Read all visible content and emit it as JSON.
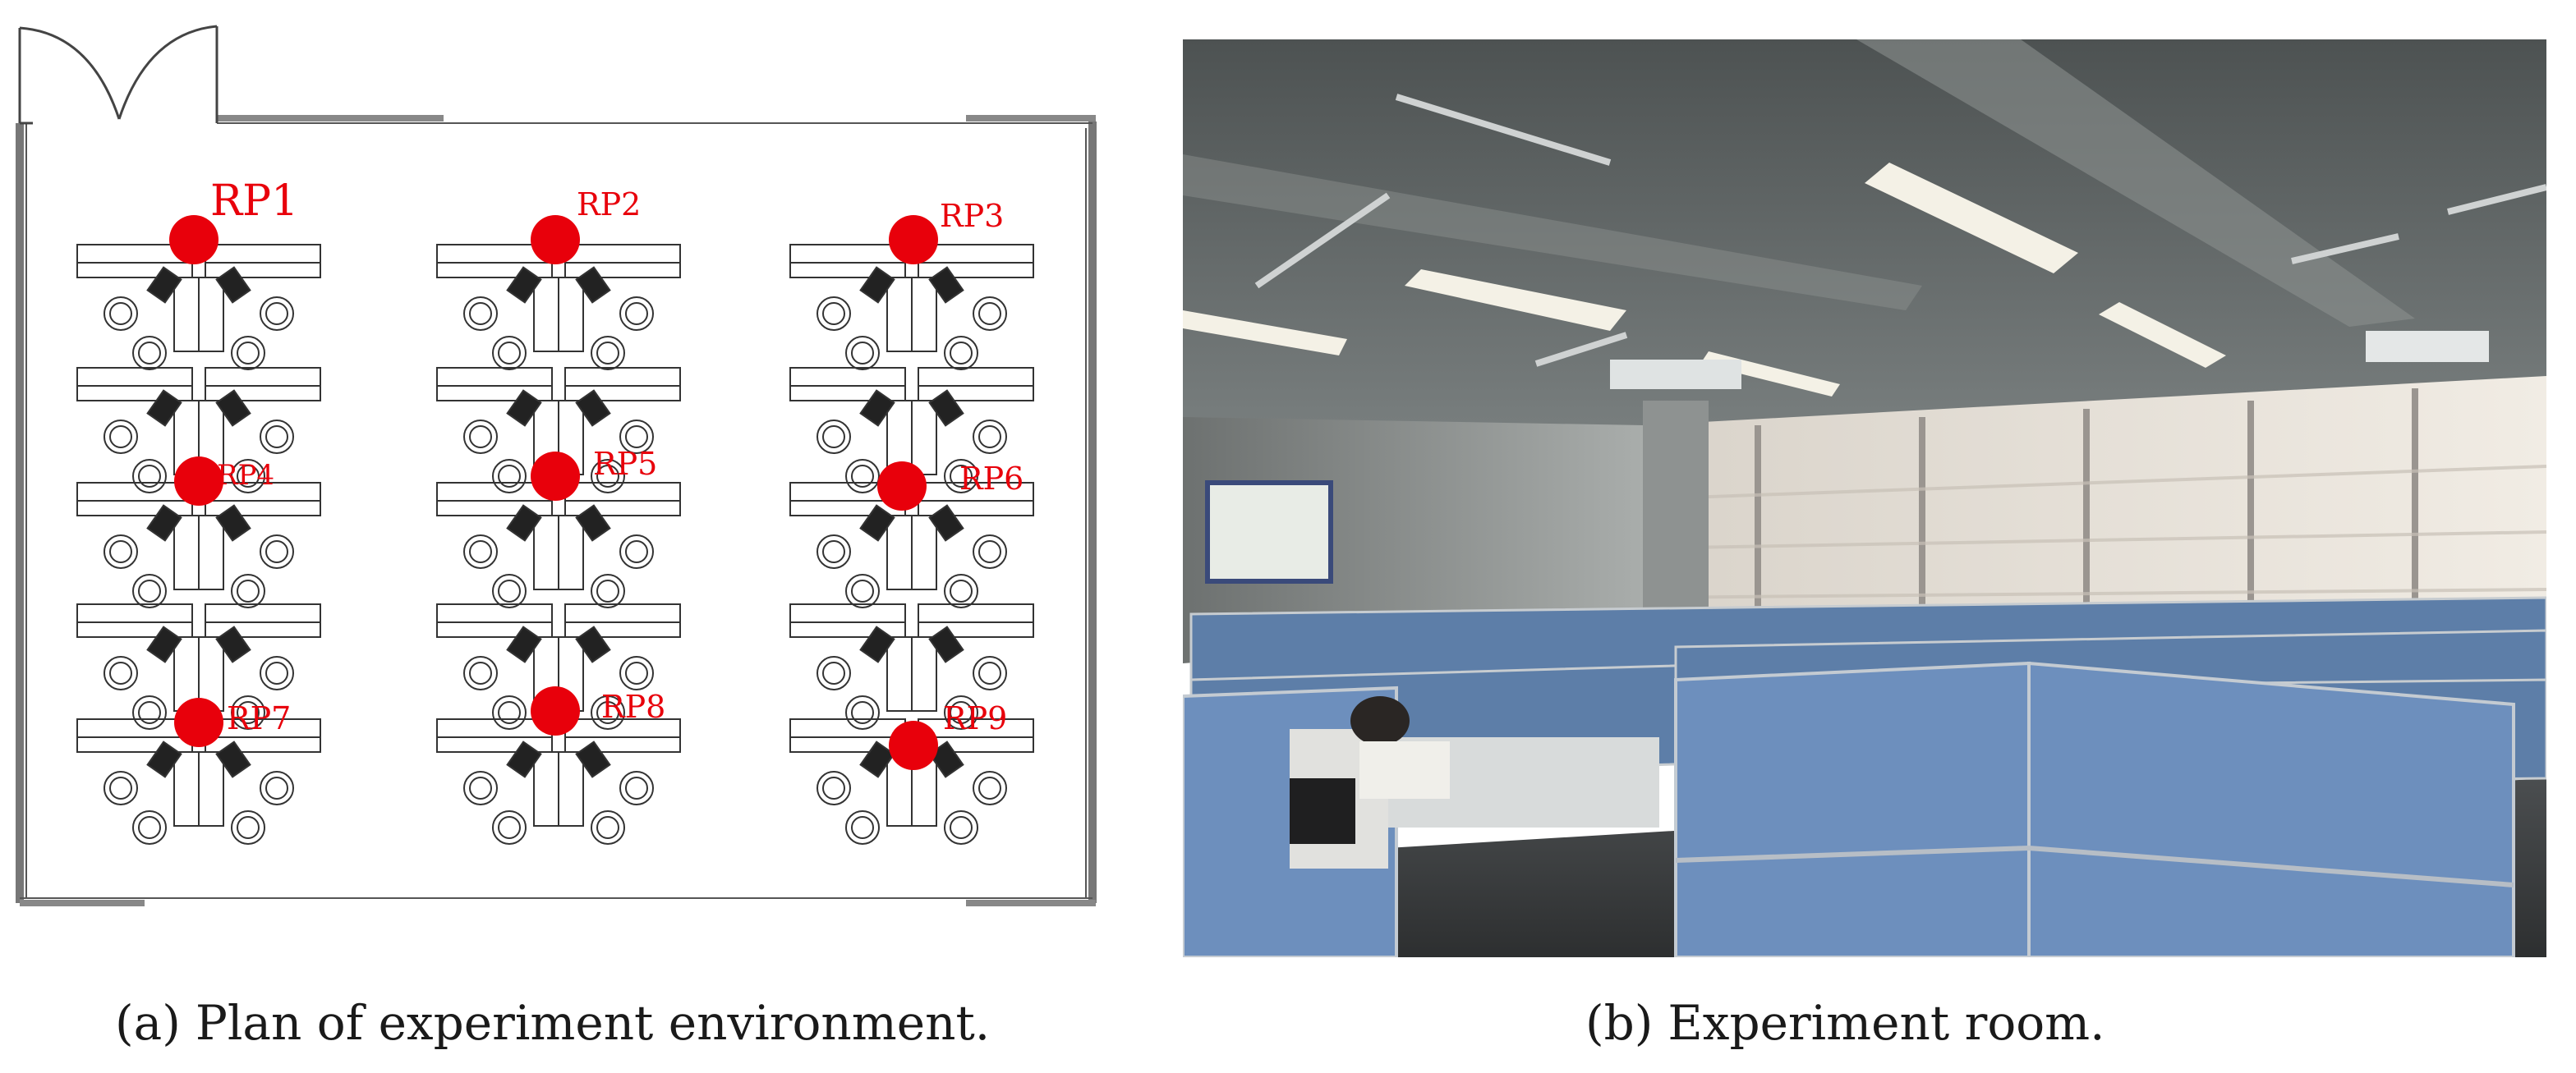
{
  "panel_a": {
    "caption_label": "(a)",
    "caption_text": "Plan of experiment environment.",
    "reference_points": [
      "RP1",
      "RP2",
      "RP3",
      "RP4",
      "RP5",
      "RP6",
      "RP7",
      "RP8",
      "RP9"
    ],
    "marker_color": "#e8000b",
    "label_color": "#e8000b"
  },
  "panel_b": {
    "caption_label": "(b)",
    "caption_text": "Experiment room.",
    "photo_palette": {
      "ceiling": "#5f6464",
      "window": "#e6e0d8",
      "partition": "#6d8bb0",
      "floor": "#3a3c3e"
    }
  }
}
